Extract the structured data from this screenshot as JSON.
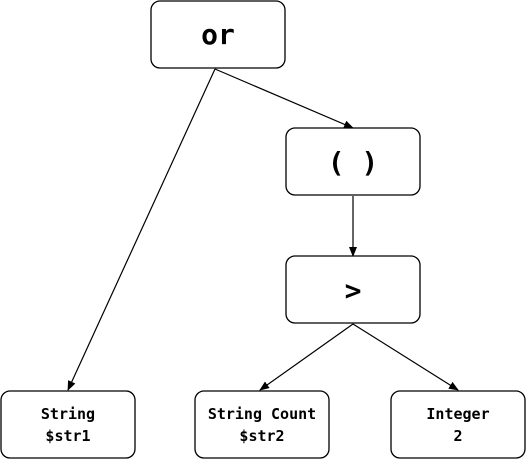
{
  "diagram": {
    "nodes": [
      {
        "id": "or",
        "lines": [
          "or"
        ]
      },
      {
        "id": "parens",
        "lines": [
          "( )"
        ]
      },
      {
        "id": "gt",
        "lines": [
          ">"
        ]
      },
      {
        "id": "string",
        "lines": [
          "String",
          "$str1"
        ]
      },
      {
        "id": "string-count",
        "lines": [
          "String Count",
          "$str2"
        ]
      },
      {
        "id": "integer",
        "lines": [
          "Integer",
          "2"
        ]
      }
    ],
    "edges": [
      {
        "from": "or",
        "to": "parens"
      },
      {
        "from": "or",
        "to": "string"
      },
      {
        "from": "parens",
        "to": "gt"
      },
      {
        "from": "gt",
        "to": "string-count"
      },
      {
        "from": "gt",
        "to": "integer"
      }
    ],
    "colors": {
      "stroke": "#000000",
      "fill": "#ffffff",
      "text": "#000000"
    }
  }
}
